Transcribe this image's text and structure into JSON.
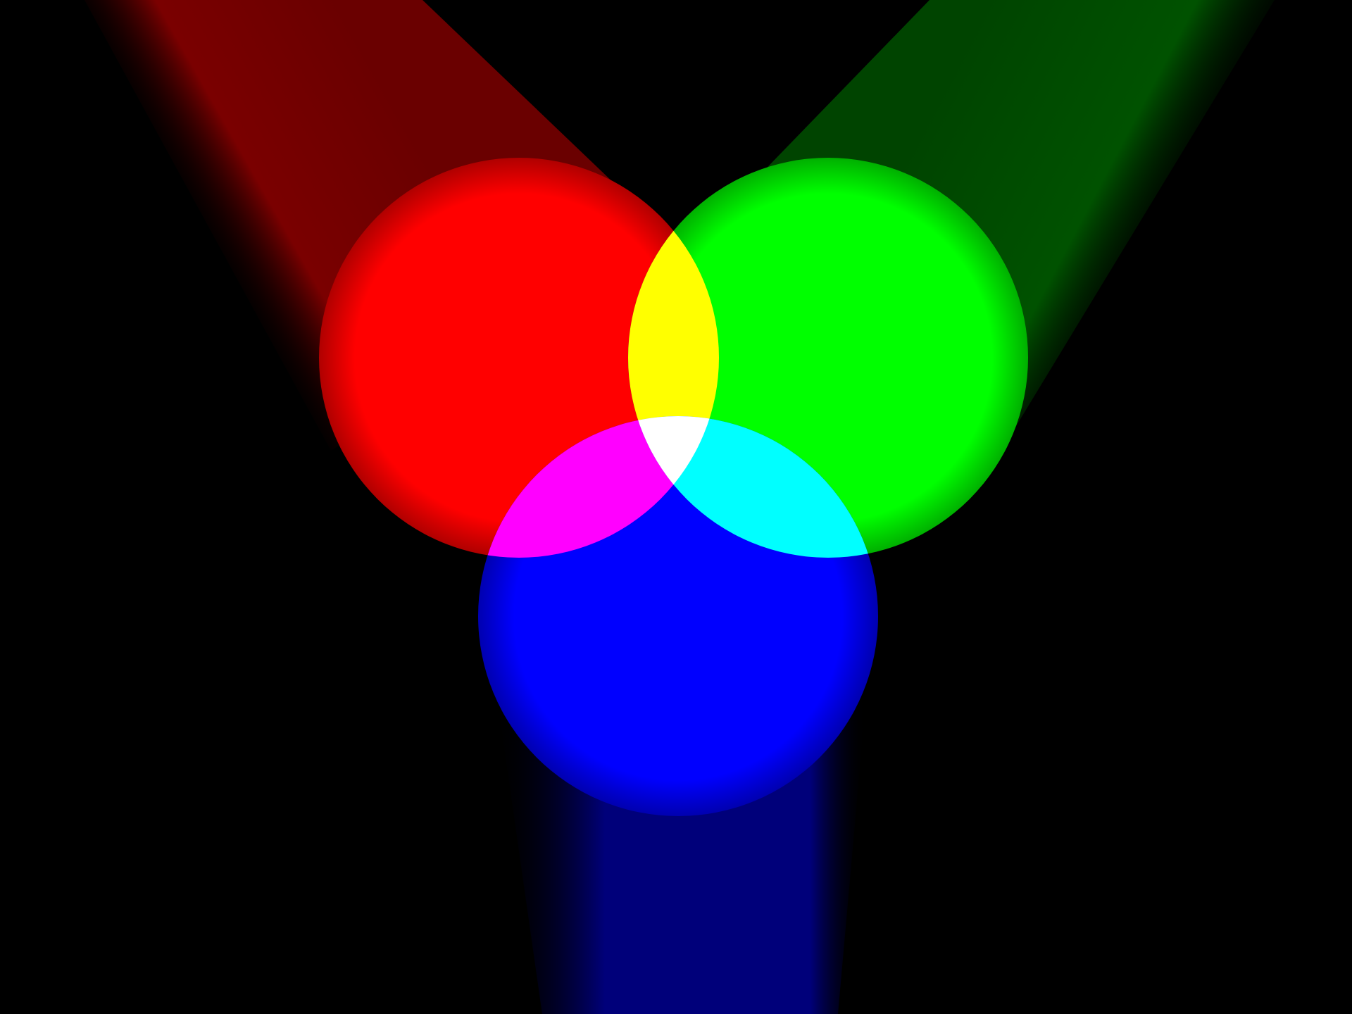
{
  "background": "#000000",
  "lights": [
    {
      "id": "red",
      "color": "#ff0000",
      "beam_color": "#7a0000"
    },
    {
      "id": "green",
      "color": "#00ff00",
      "beam_color": "#005000"
    },
    {
      "id": "blue",
      "color": "#0000ff",
      "beam_color": "#00007a"
    }
  ],
  "overlaps": [
    {
      "id": "yellow",
      "of": [
        "red",
        "green"
      ],
      "color": "#ffff00"
    },
    {
      "id": "magenta",
      "of": [
        "red",
        "blue"
      ],
      "color": "#ff00ff"
    },
    {
      "id": "cyan",
      "of": [
        "green",
        "blue"
      ],
      "color": "#00ffff"
    },
    {
      "id": "white",
      "of": [
        "red",
        "green",
        "blue"
      ],
      "color": "#ffffff"
    }
  ]
}
